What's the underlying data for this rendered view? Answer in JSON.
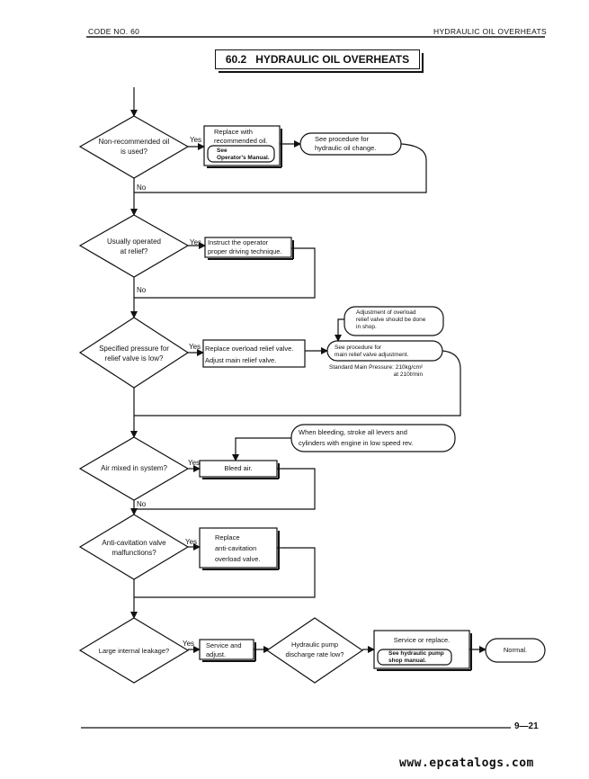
{
  "header": {
    "code": "CODE NO. 60",
    "section": "HYDRAULIC OIL OVERHEATS"
  },
  "title": "60.2   HYDRAULIC OIL OVERHEATS",
  "labels": {
    "yes": "Yes",
    "no": "No"
  },
  "step1": {
    "question": "Non-recommended oil\nis used?",
    "action": "Replace with\nrecommended oil.",
    "action_note": "See\nOperator's Manual.",
    "procedure": "See procedure for\nhydraulic oil change."
  },
  "step2": {
    "question": "Usually operated\nat relief?",
    "action": "Instruct the operator\nproper driving technique."
  },
  "step3": {
    "question": "Specified pressure for\nrelief valve is low?",
    "action": "Replace overload relief valve.\nAdjust main relief valve.",
    "shop_note": "Adjustment of overload\nrelief valve should be done\nin shop.",
    "procedure": "See procedure for\nmain relief valve adjustment.",
    "standard": "Standard Main Pressure: 210kg/cm²\nat 210ℓ/min"
  },
  "step4": {
    "note": "When bleeding, stroke all levers and\ncylinders with engine in low speed rev.",
    "question": "Air mixed in system?",
    "action": "Bleed air."
  },
  "step5": {
    "question": "Anti-cavitation valve\nmalfunctions?",
    "action": "Replace\nanti-cavitation\noverload valve."
  },
  "step6": {
    "question": "Large internal leakage?",
    "action": "Service and\nadjust.",
    "question2": "Hydraulic pump\ndischarge rate low?",
    "action2": "Service or replace.",
    "action2_note": "See hydraulic pump\nshop manual.",
    "result": "Normal."
  },
  "footer": {
    "page": "9—21",
    "watermark": "www.epcatalogs.com"
  }
}
